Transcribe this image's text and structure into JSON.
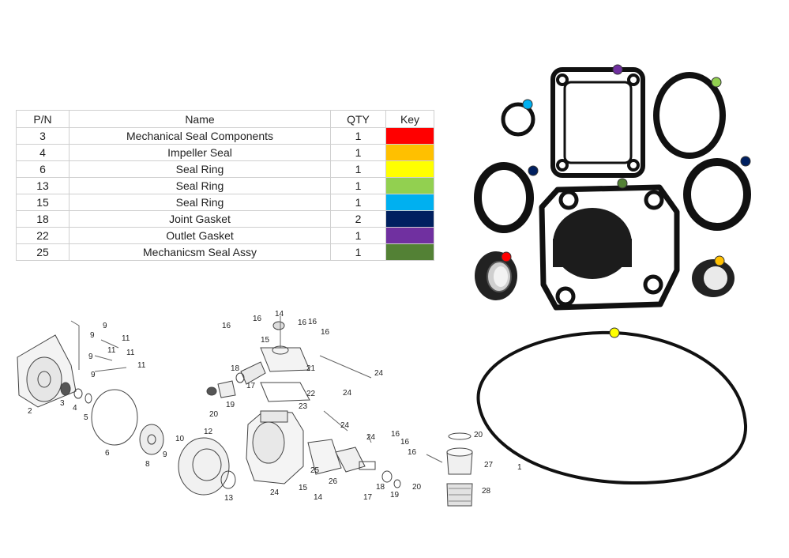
{
  "table": {
    "headers": {
      "pn": "P/N",
      "name": "Name",
      "qty": "QTY",
      "key": "Key"
    },
    "rows": [
      {
        "pn": "3",
        "name": "Mechanical Seal Components",
        "qty": "1",
        "color": "#ff0000"
      },
      {
        "pn": "4",
        "name": "Impeller Seal",
        "qty": "1",
        "color": "#ffc000"
      },
      {
        "pn": "6",
        "name": "Seal Ring",
        "qty": "1",
        "color": "#ffff00"
      },
      {
        "pn": "13",
        "name": "Seal Ring",
        "qty": "1",
        "color": "#92d050"
      },
      {
        "pn": "15",
        "name": "Seal Ring",
        "qty": "1",
        "color": "#00b0f0"
      },
      {
        "pn": "18",
        "name": "Joint Gasket",
        "qty": "2",
        "color": "#002060"
      },
      {
        "pn": "22",
        "name": "Outlet Gasket",
        "qty": "1",
        "color": "#7030a0"
      },
      {
        "pn": "25",
        "name": "Mechanicsm Seal Assy",
        "qty": "1",
        "color": "#538135"
      }
    ]
  },
  "diagram": {
    "callouts": [
      "1",
      "2",
      "3",
      "4",
      "5",
      "6",
      "8",
      "9",
      "9",
      "9",
      "9",
      "9",
      "10",
      "11",
      "11",
      "11",
      "11",
      "12",
      "13",
      "14",
      "14",
      "15",
      "15",
      "16",
      "16",
      "16",
      "16",
      "16",
      "16",
      "16",
      "16",
      "17",
      "17",
      "18",
      "18",
      "19",
      "19",
      "20",
      "20",
      "20",
      "21",
      "22",
      "23",
      "24",
      "24",
      "24",
      "24",
      "24",
      "25",
      "26",
      "27",
      "28"
    ]
  },
  "icons": [
    "seal-photo",
    "gasket-photo",
    "o-ring-photo",
    "color-key-dot"
  ]
}
